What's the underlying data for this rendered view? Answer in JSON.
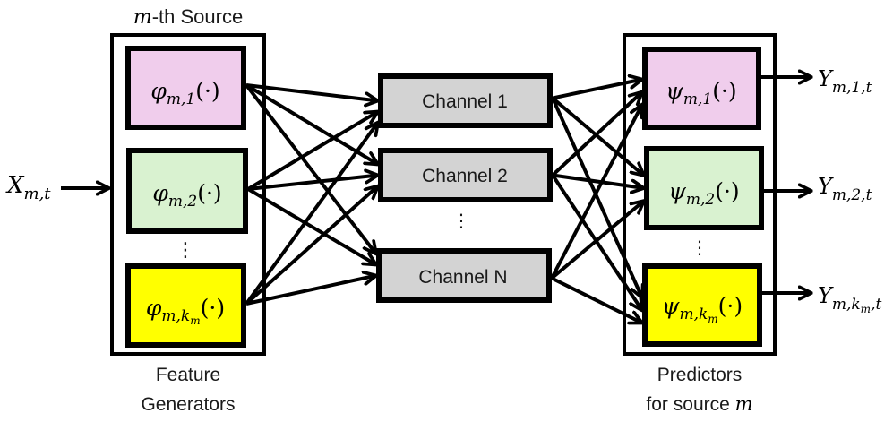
{
  "title": "m-th source feature generation, channels, and predictors",
  "colors": {
    "pink": "#f0cdec",
    "green": "#d9f2d0",
    "yellow": "#ffff00",
    "channel_gray": "#d3d3d3",
    "stroke": "#000000"
  },
  "input": {
    "symbol": "X",
    "subscript": "m,t"
  },
  "source_group": {
    "label_math": "m",
    "label_text": "-th Source",
    "caption_line1": "Feature",
    "caption_line2": "Generators",
    "ellipsis": "⋮",
    "generators": [
      {
        "symbol": "φ",
        "subscript": "m,1",
        "suffix": "(·)",
        "color": "pink"
      },
      {
        "symbol": "φ",
        "subscript": "m,2",
        "suffix": "(·)",
        "color": "green"
      },
      {
        "symbol": "φ",
        "subscript": "m,k",
        "subsub": "m",
        "suffix": "(·)",
        "color": "yellow"
      }
    ]
  },
  "channels": {
    "ellipsis": "⋮",
    "items": [
      {
        "label": "Channel 1"
      },
      {
        "label": "Channel 2"
      },
      {
        "label": "Channel N"
      }
    ]
  },
  "predictor_group": {
    "caption_line1": "Predictors",
    "caption_line2_text": "for source ",
    "caption_line2_math": "m",
    "ellipsis": "⋮",
    "predictors": [
      {
        "symbol": "ψ",
        "subscript": "m,1",
        "suffix": "(·)",
        "color": "pink"
      },
      {
        "symbol": "ψ",
        "subscript": "m,2",
        "suffix": "(·)",
        "color": "green"
      },
      {
        "symbol": "ψ",
        "subscript": "m,k",
        "subsub": "m",
        "suffix": "(·)",
        "color": "yellow"
      }
    ]
  },
  "outputs": [
    {
      "symbol": "Y",
      "subscript": "m,1,t"
    },
    {
      "symbol": "Y",
      "subscript": "m,2,t"
    },
    {
      "symbol": "Y",
      "subscript": "m,k",
      "subsub": "m",
      "subscript_tail": ",t"
    }
  ],
  "connections": {
    "generators_to_channels": "all-to-all",
    "channels_to_predictors": "all-to-all"
  }
}
